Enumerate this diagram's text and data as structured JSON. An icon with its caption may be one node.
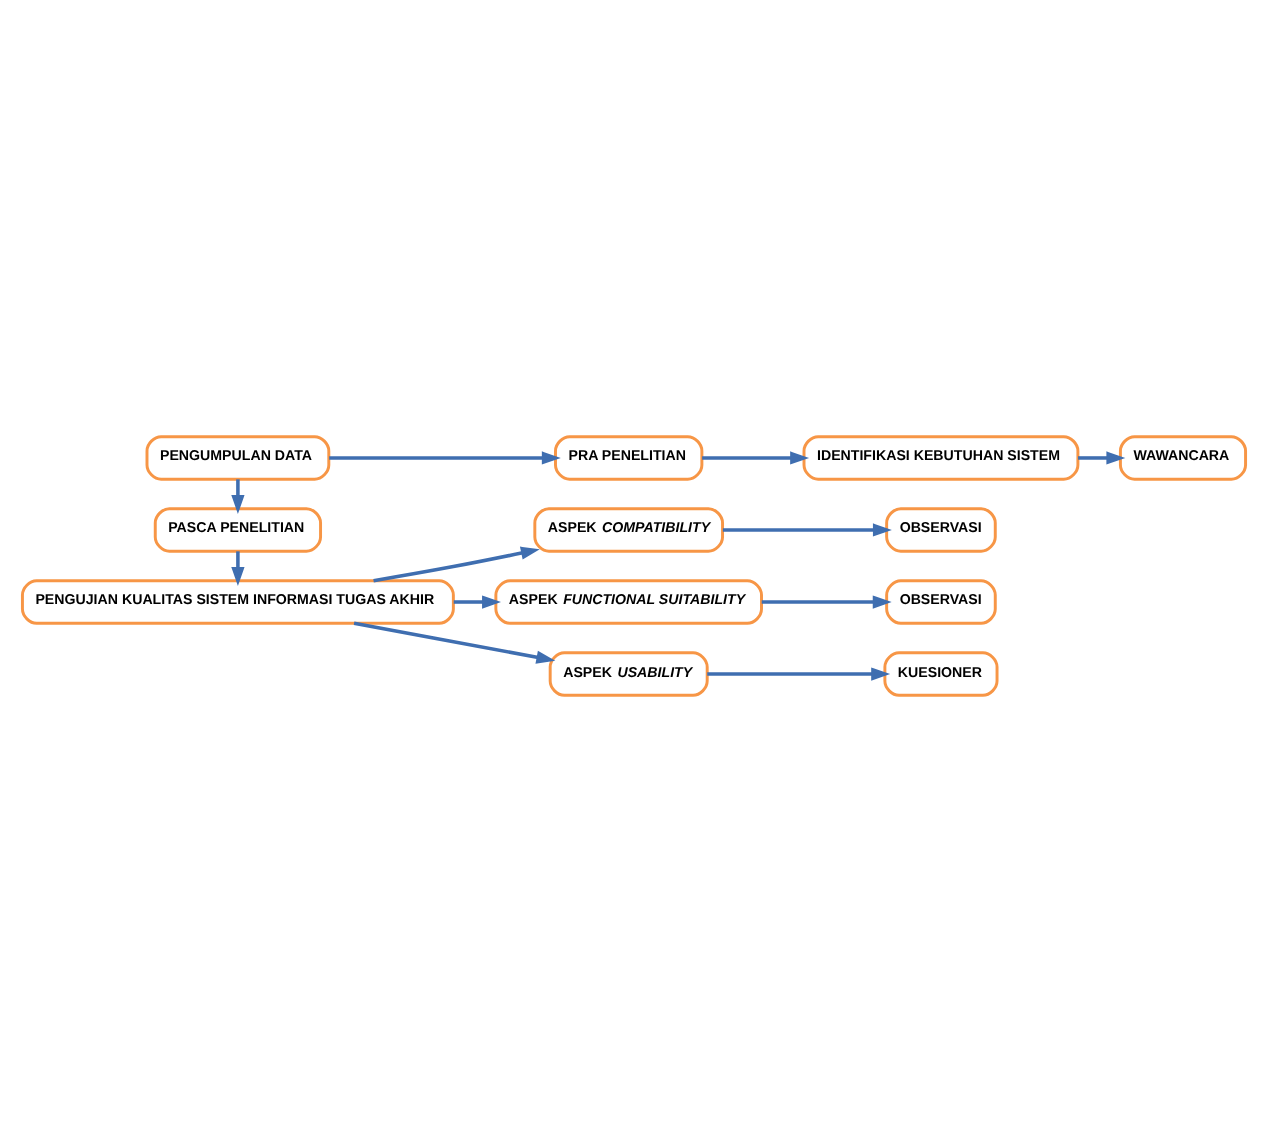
{
  "diagram": {
    "nodes": [
      {
        "text": [
          "PENGUMPULAN DATA"
        ]
      },
      {
        "text": [
          "PRA PENELITIAN"
        ]
      },
      {
        "text": [
          "IDENTIFIKASI KEBUTUHAN SISTEM"
        ]
      },
      {
        "text": [
          "WAWANCARA"
        ]
      },
      {
        "text": [
          "PASCA PENELITIAN"
        ]
      },
      {
        "text": [
          "PENGUJIAN KUALITAS SISTEM INFORMASI TUGAS AKHIR"
        ]
      },
      {
        "text": [
          "ASPEK *COMPATIBILITY*"
        ]
      },
      {
        "text": [
          "OBSERVASI"
        ]
      },
      {
        "text": [
          "ASPEK *FUNCTIONAL SUITABILITY*"
        ]
      },
      {
        "text": [
          "OBSERVASI"
        ]
      },
      {
        "text": [
          "ASPEK *USABILITY*"
        ]
      },
      {
        "text": [
          "KUESIONER"
        ]
      }
    ],
    "edges": [
      {
        "from": 0,
        "to": 1,
        "arrow": "to"
      },
      {
        "from": 1,
        "to": 2,
        "arrow": "to"
      },
      {
        "from": 2,
        "to": 3,
        "arrow": "to"
      },
      {
        "from": 0,
        "to": 4,
        "arrow": "to"
      },
      {
        "from": 4,
        "to": 5,
        "arrow": "to"
      },
      {
        "from": 5,
        "to": 6,
        "arrow": "to"
      },
      {
        "from": 5,
        "to": 8,
        "arrow": "to"
      },
      {
        "from": 5,
        "to": 10,
        "arrow": "to"
      },
      {
        "from": 6,
        "to": 7,
        "arrow": "to"
      },
      {
        "from": 8,
        "to": 9,
        "arrow": "to"
      },
      {
        "from": 10,
        "to": 11,
        "arrow": "to"
      }
    ]
  }
}
